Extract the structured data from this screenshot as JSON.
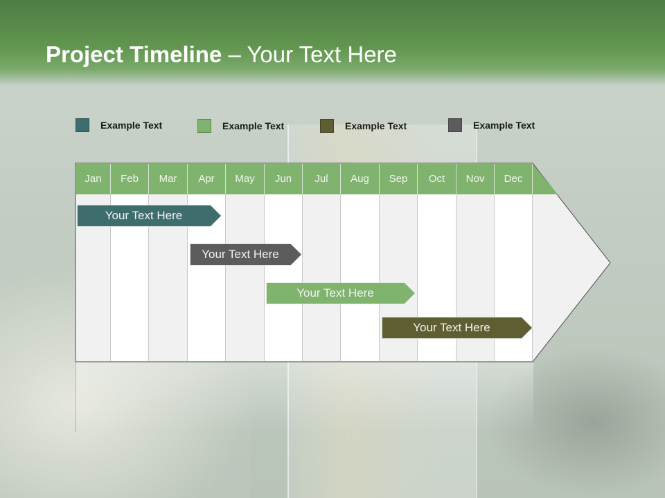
{
  "slide": {
    "title_bold": "Project Timeline",
    "title_rest": " – Your Text Here"
  },
  "legend": [
    {
      "label": "Example Text",
      "color": "#3e6d6e"
    },
    {
      "label": "Example Text",
      "color": "#7fb36e"
    },
    {
      "label": "Example Text",
      "color": "#5e5e32"
    },
    {
      "label": "Example Text",
      "color": "#5c5c5c"
    }
  ],
  "timeline": {
    "months": [
      "Jan",
      "Feb",
      "Mar",
      "Apr",
      "May",
      "Jun",
      "Jul",
      "Aug",
      "Sep",
      "Oct",
      "Nov",
      "Dec"
    ],
    "header_color": "#7fb36e",
    "tasks": [
      {
        "label": "Your  Text Here",
        "color": "#3e6d6e"
      },
      {
        "label": "Your  Text Here",
        "color": "#5c5c5c"
      },
      {
        "label": "Your  Text Here",
        "color": "#7fb36e"
      },
      {
        "label": "Your  Text Here",
        "color": "#5e5e32"
      }
    ]
  }
}
